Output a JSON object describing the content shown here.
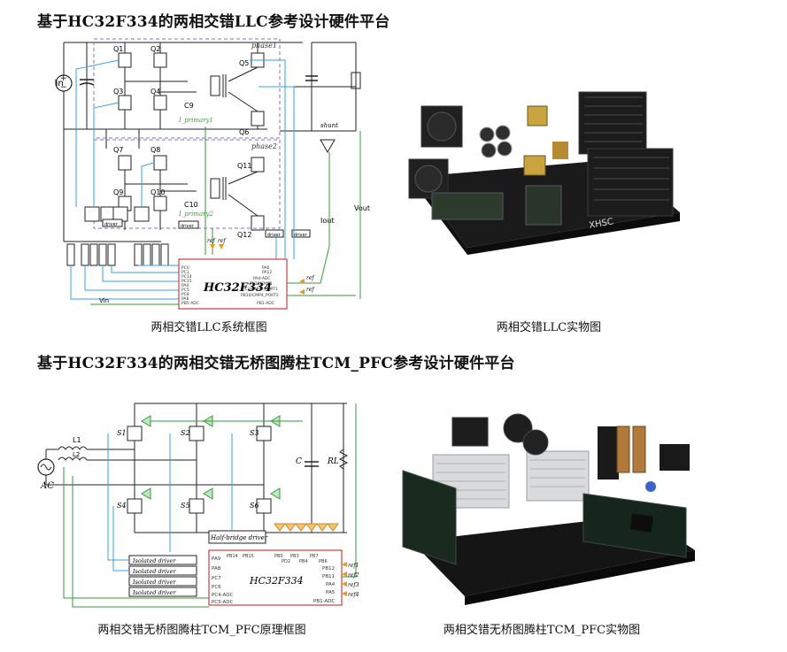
{
  "section1": {
    "title": "基于HC32F334的两相交错LLC参考设计硬件平台",
    "diagram_caption": "两相交错LLC系统框图",
    "photo_caption": "两相交错LLC实物图",
    "diagram": {
      "vin": "Vin",
      "q_labels": [
        "Q1",
        "Q2",
        "Q3",
        "Q4",
        "Q5",
        "Q6",
        "Q7",
        "Q8",
        "Q9",
        "Q10",
        "Q11",
        "Q12"
      ],
      "cap_labels": [
        "C9",
        "C10"
      ],
      "phase_labels": [
        "phase1",
        "phase2"
      ],
      "primary_labels": [
        "I_primary1",
        "I_primary2"
      ],
      "shunt": "shunt",
      "iout": "Iout",
      "vout": "Vout",
      "driver": "driver",
      "chip": "HC32F334",
      "ref_labels": [
        "ref",
        "ref",
        "ref",
        "ref"
      ],
      "vin_bottom": "Vin",
      "chip_pins_left": [
        "PC0",
        "PC1",
        "PC14",
        "PC15",
        "PA0",
        "PC5",
        "PC8",
        "PA8",
        "PB5-ADC"
      ],
      "chip_pins_right": [
        "PA6",
        "PA12",
        "PA4-ADC",
        "PB11/CMP1",
        "PC3/CMP2_PORT1",
        "PB10/CMP4_PORT3",
        "PB1-ADC"
      ]
    },
    "photo": {
      "board_text": "XHSC"
    }
  },
  "section2": {
    "title": "基于HC32F334的两相交错无桥图腾柱TCM_PFC参考设计硬件平台",
    "diagram_caption": "两相交错无桥图腾柱TCM_PFC原理框图",
    "photo_caption": "两相交错无桥图腾柱TCM_PFC实物图",
    "diagram": {
      "ac": "AC",
      "l_labels": [
        "L1",
        "L2"
      ],
      "s_labels": [
        "S1",
        "S2",
        "S3",
        "S4",
        "S5",
        "S6"
      ],
      "cap": "C",
      "load": "RL",
      "half_bridge": "Half-bridge driver",
      "isolated_driver": "Isolated driver",
      "chip": "HC32F334",
      "chip_pins_left": [
        "PA9",
        "PA8",
        "PC7",
        "PC6",
        "PC4-ADC",
        "PC5-ADC"
      ],
      "chip_pins_top": [
        "PB14",
        "PB15",
        "PB0",
        "PD2",
        "PB3",
        "PB4",
        "PB7",
        "PB6"
      ],
      "chip_pins_right": [
        "PB12",
        "PB11",
        "PA4",
        "PA5",
        "PB1-ADC"
      ],
      "ref_labels": [
        "ref1",
        "ref2",
        "ref3",
        "ref4"
      ]
    }
  }
}
